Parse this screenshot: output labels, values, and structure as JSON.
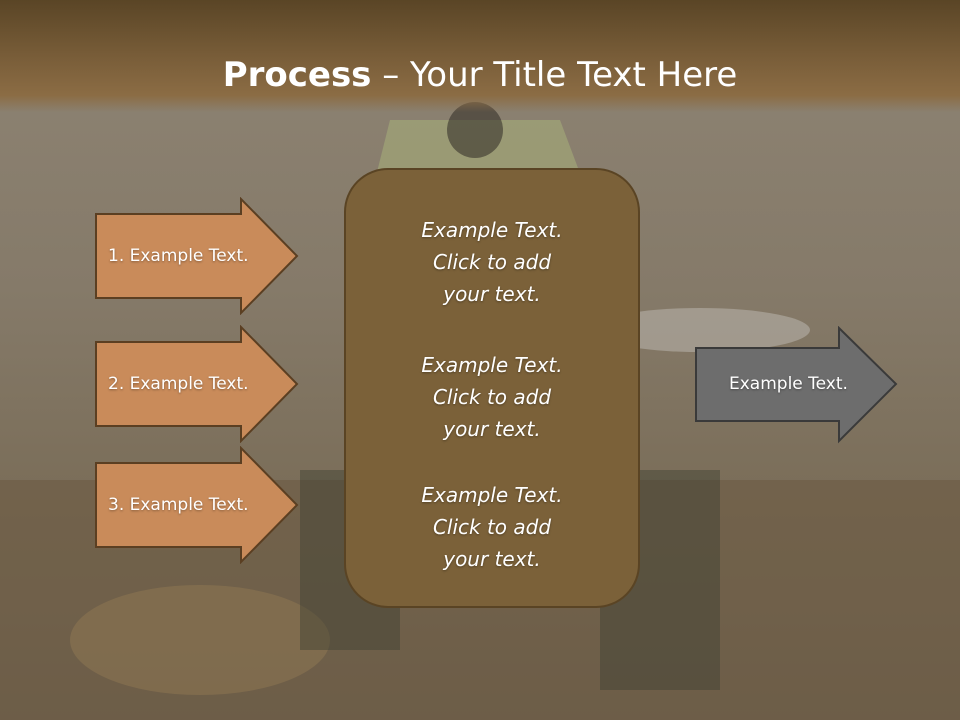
{
  "slide": {
    "title_bold": "Process",
    "title_rest": " – Your Title Text Here"
  },
  "left_arrows": [
    {
      "label": "1. Example Text."
    },
    {
      "label": "2. Example Text."
    },
    {
      "label": "3. Example Text."
    }
  ],
  "center_box": {
    "paragraphs": [
      {
        "line1": "Example Text.",
        "line2": "Click  to add",
        "line3": "your text."
      },
      {
        "line1": "Example Text.",
        "line2": "Click  to add",
        "line3": "your text."
      },
      {
        "line1": "Example Text.",
        "line2": "Click  to add",
        "line3": "your text."
      }
    ]
  },
  "right_arrow": {
    "label": "Example Text."
  },
  "colors": {
    "header": "#7b5f3a",
    "left_arrow_fill": "#c98b5a",
    "center_box_fill": "#7b6139",
    "right_arrow_fill": "#6d6d6d"
  }
}
